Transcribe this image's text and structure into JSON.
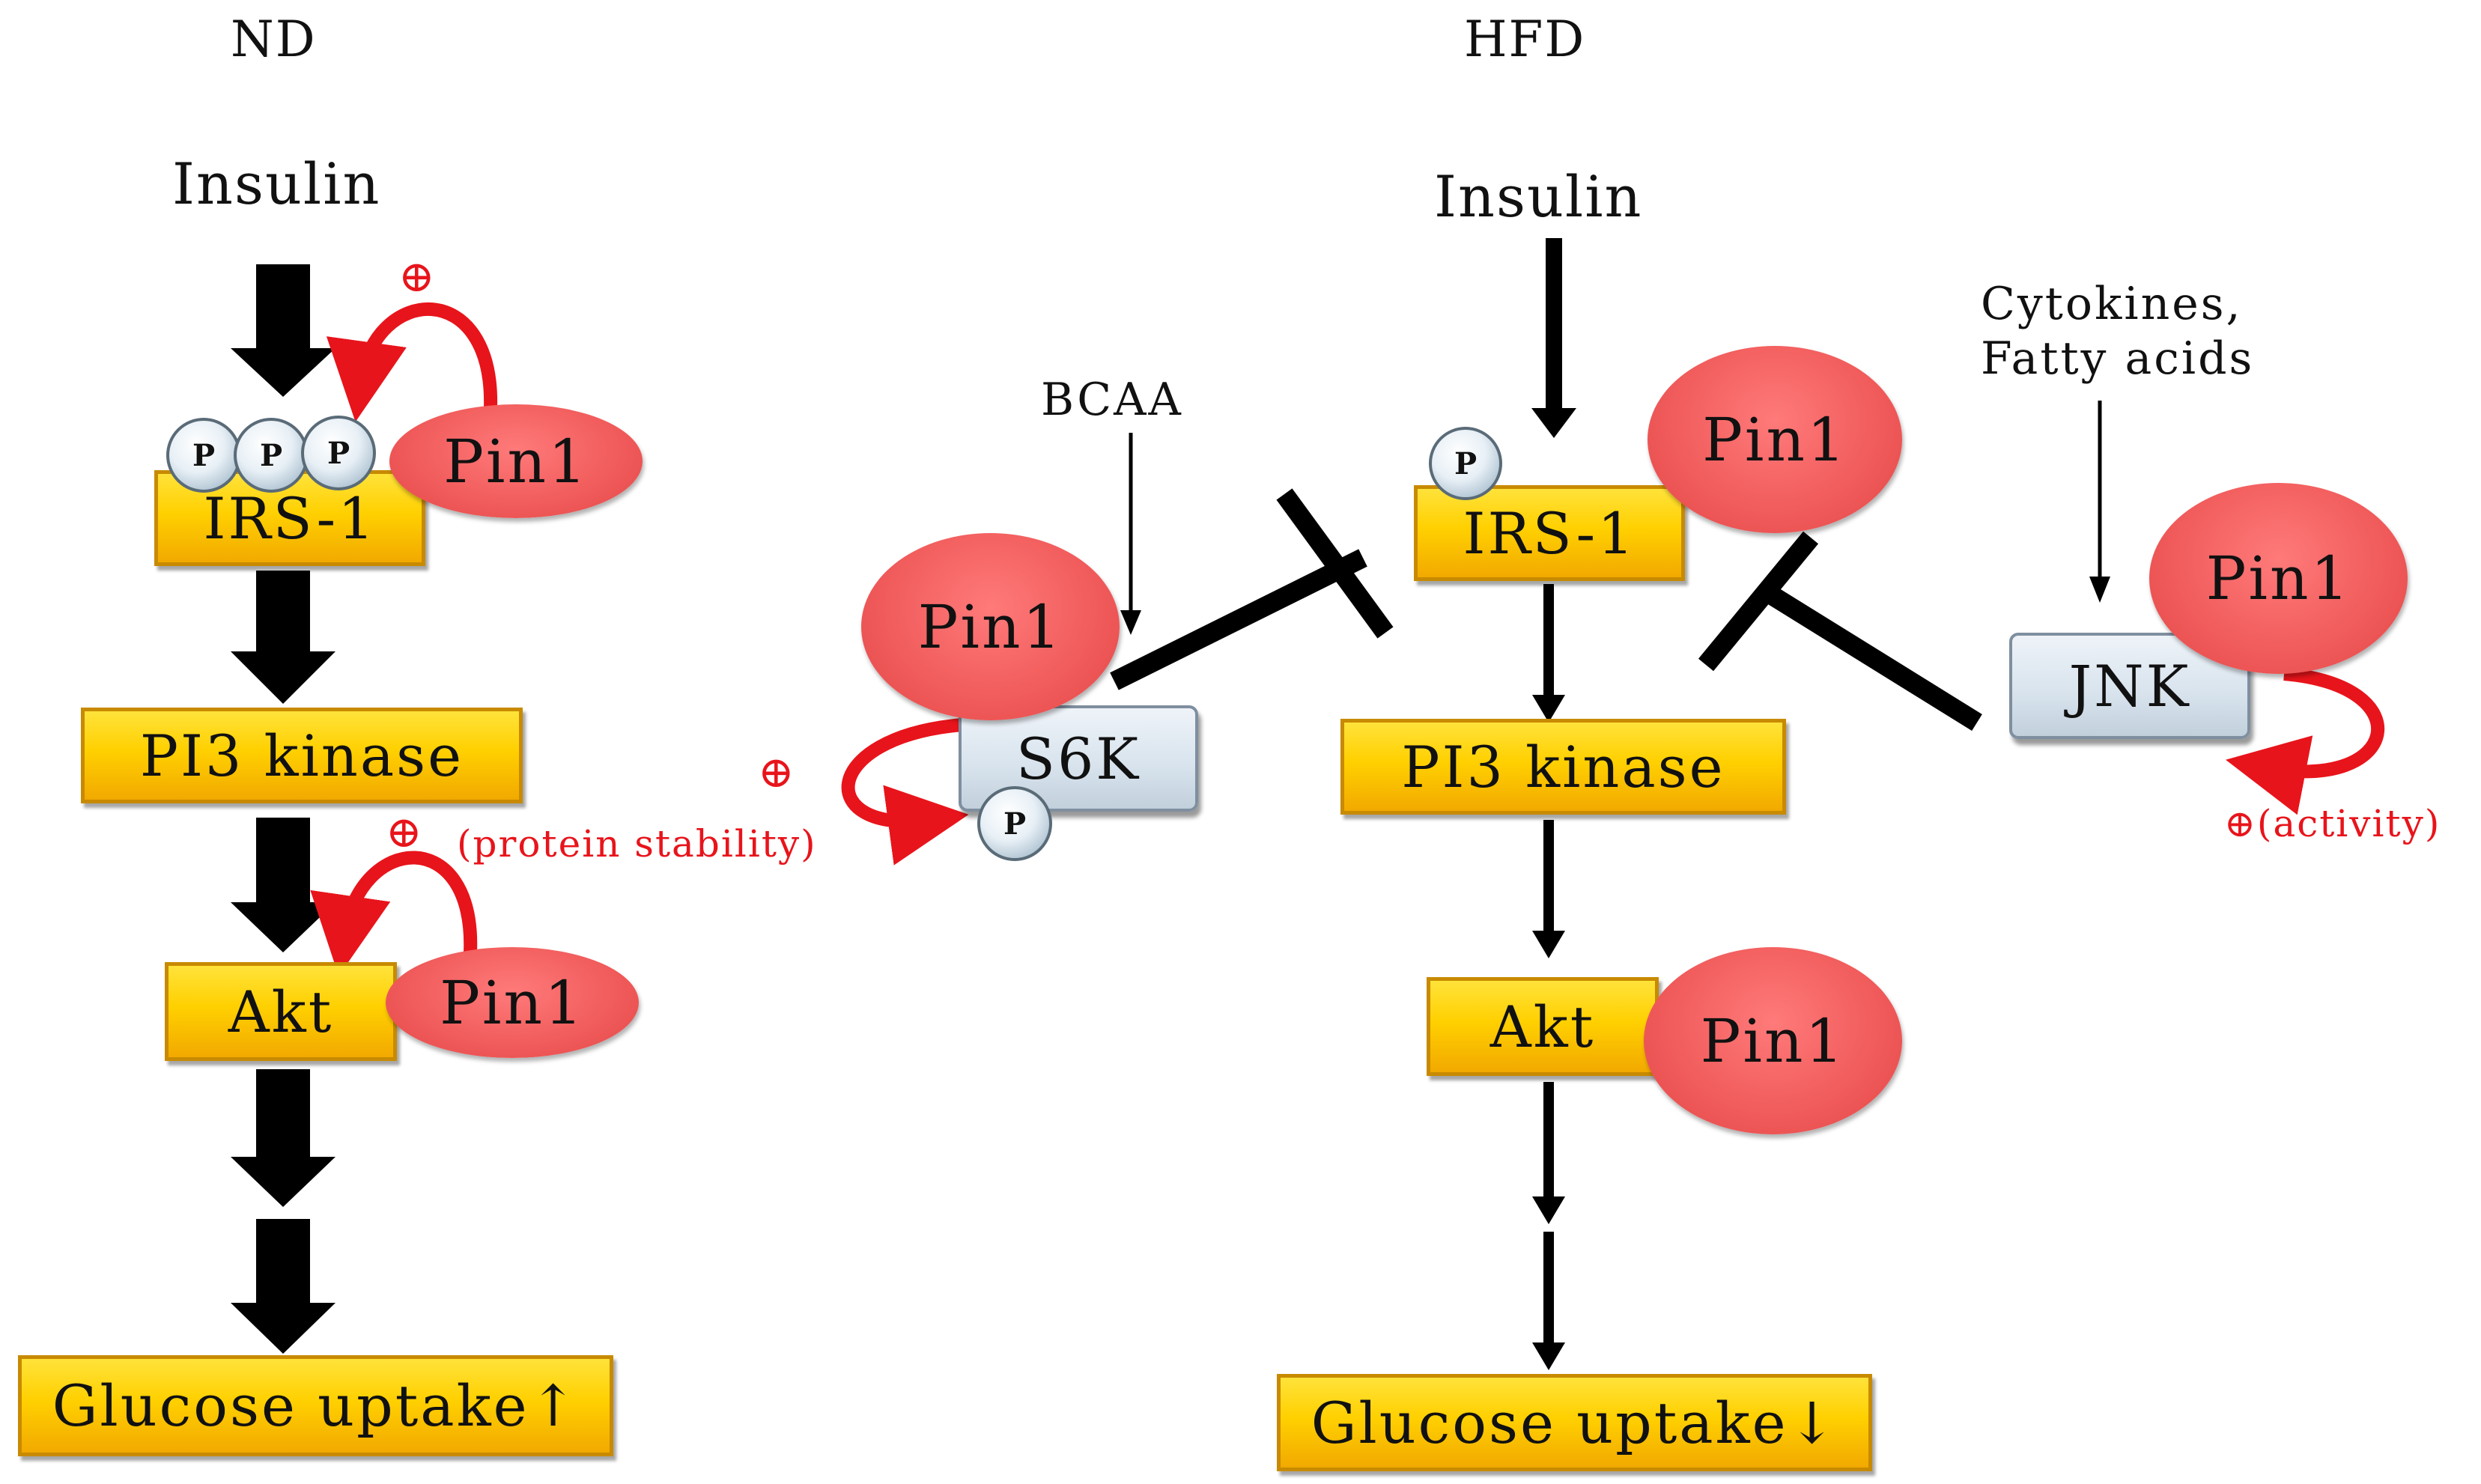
{
  "nd": {
    "header": "ND",
    "insulin": "Insulin",
    "irs1": "IRS-1",
    "pi3k": "PI3 kinase",
    "akt": "Akt",
    "glucose": "Glucose uptake↑",
    "pin1_irs": "Pin1",
    "pin1_akt": "Pin1",
    "phospho": [
      "P",
      "P",
      "P"
    ],
    "plus_irs": "⊕",
    "plus_akt": "⊕",
    "akt_note": "(protein stability)"
  },
  "hfd": {
    "header": "HFD",
    "insulin": "Insulin",
    "irs1": "IRS-1",
    "pi3k": "PI3 kinase",
    "akt": "Akt",
    "glucose": "Glucose uptake↓",
    "pin1_irs": "Pin1",
    "pin1_akt": "Pin1",
    "irs_phospho": "P",
    "bcaa": "BCAA",
    "s6k": "S6K",
    "s6k_phospho": "P",
    "pin1_s6k": "Pin1",
    "s6k_plus": "⊕",
    "cytokines_line1": "Cytokines,",
    "cytokines_line2": "Fatty acids",
    "jnk": "JNK",
    "pin1_jnk": "Pin1",
    "jnk_note": "⊕(activity)"
  },
  "colors": {
    "box_fill": "#ffd000",
    "pin1": "#f05a5a",
    "kinase_box": "#d9e4ee",
    "annotation_red": "#e8141b",
    "arrow": "#000000"
  }
}
